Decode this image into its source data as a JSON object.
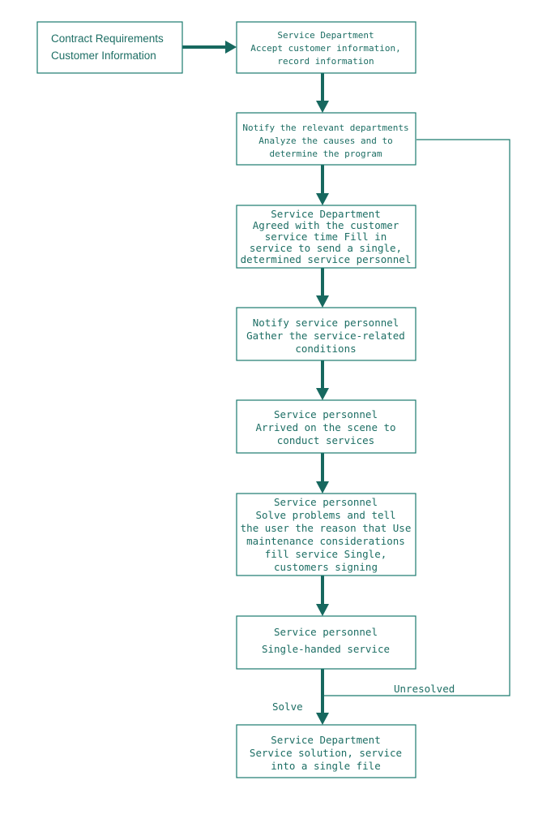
{
  "nodes": [
    {
      "id": "input",
      "lines": [
        "Contract Requirements",
        "Customer Information"
      ]
    },
    {
      "id": "accept",
      "lines": [
        "Service Department",
        "Accept customer information,",
        "record information"
      ]
    },
    {
      "id": "notify-dept",
      "lines": [
        "Notify the relevant departments",
        "Analyze the causes and to",
        "determine the program"
      ]
    },
    {
      "id": "agree-time",
      "lines": [
        "Service Department",
        "Agreed with the customer",
        "service time Fill in",
        "service to send a single,",
        "determined service personnel"
      ]
    },
    {
      "id": "notify-personnel",
      "lines": [
        "Notify service personnel",
        "Gather the service-related",
        "conditions"
      ]
    },
    {
      "id": "arrive",
      "lines": [
        "Service personnel",
        "Arrived on the scene to",
        "conduct services"
      ]
    },
    {
      "id": "solve-problems",
      "lines": [
        "Service personnel",
        "Solve problems and tell",
        "the user the reason that Use",
        "maintenance considerations",
        "fill service Single,",
        "customers signing"
      ]
    },
    {
      "id": "single-handed",
      "lines": [
        "Service personnel",
        "Single-handed service"
      ]
    },
    {
      "id": "file",
      "lines": [
        "Service Department",
        "Service solution, service",
        "into a single file"
      ]
    }
  ],
  "edges": [
    {
      "id": "input-to-accept",
      "from": "input",
      "to": "accept",
      "label": ""
    },
    {
      "id": "accept-to-notify",
      "from": "accept",
      "to": "notify-dept",
      "label": ""
    },
    {
      "id": "notify-to-agree",
      "from": "notify-dept",
      "to": "agree-time",
      "label": ""
    },
    {
      "id": "agree-to-personnel",
      "from": "agree-time",
      "to": "notify-personnel",
      "label": ""
    },
    {
      "id": "personnel-to-arrive",
      "from": "notify-personnel",
      "to": "arrive",
      "label": ""
    },
    {
      "id": "arrive-to-solve",
      "from": "arrive",
      "to": "solve-problems",
      "label": ""
    },
    {
      "id": "solve-to-single",
      "from": "solve-problems",
      "to": "single-handed",
      "label": ""
    },
    {
      "id": "single-to-file",
      "from": "single-handed",
      "to": "file",
      "label": "Solve"
    },
    {
      "id": "unresolved-loop",
      "from": "single-handed",
      "to": "notify-dept",
      "label": "Unresolved"
    }
  ],
  "colors": {
    "stroke": "#1a7a6e",
    "text": "#1d6e64",
    "arrow": "#17685f"
  }
}
